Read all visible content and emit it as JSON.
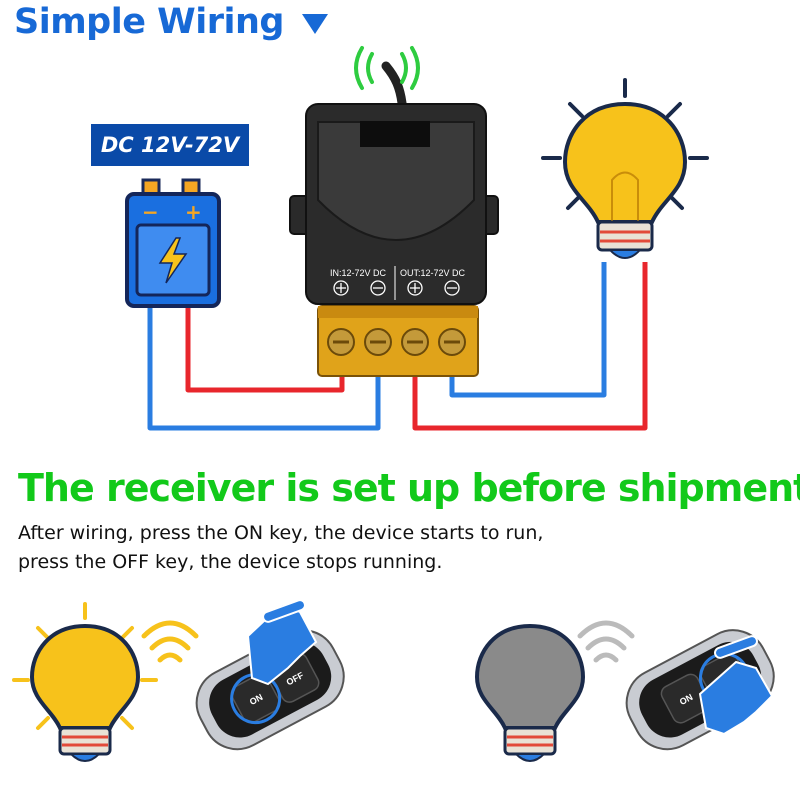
{
  "header": {
    "title": "Simple Wiring",
    "arrow_icon": "triangle-down-icon"
  },
  "battery": {
    "voltage_label": "DC 12V-72V",
    "minus": "−",
    "plus": "+"
  },
  "receiver": {
    "in_label": "IN:12-72V DC",
    "out_label": "OUT:12-72V DC"
  },
  "remotes": {
    "on_key": "ON",
    "off_key": "OFF"
  },
  "text": {
    "headline": "The receiver is set up before shipment",
    "line1": "After wiring,  press the ON key, the device starts to run,",
    "line2": "press the OFF key, the device stops running."
  },
  "colors": {
    "title_blue": "#1769d6",
    "label_bg": "#0a4aa8",
    "headline_green": "#12c91a",
    "wire_red": "#e8262c",
    "wire_blue": "#2a7de1",
    "bulb_on": "#f7c21b",
    "bulb_off": "#8a8a8a",
    "signal_green": "#2ecc40"
  }
}
